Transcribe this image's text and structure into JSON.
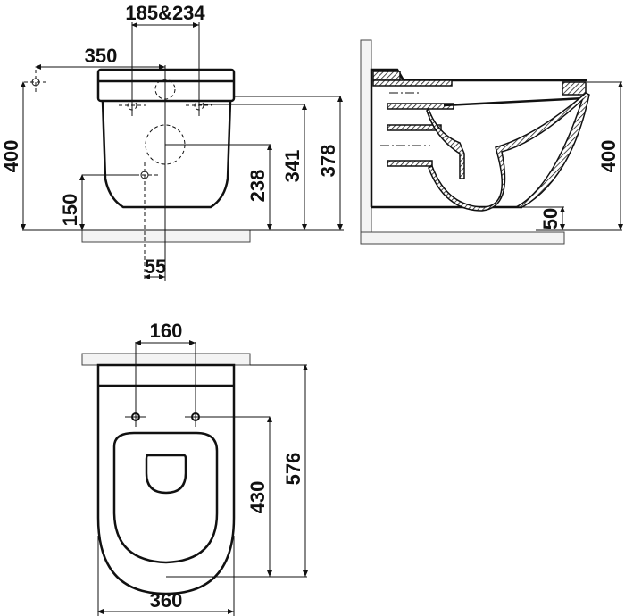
{
  "drawing": {
    "front_view": {
      "dims": {
        "bolt_spacing": "185&234",
        "offset_left": "350",
        "height_total": "400",
        "height_150": "150",
        "height_238": "238",
        "height_341": "341",
        "height_378": "378",
        "offset_55": "55"
      }
    },
    "side_view": {
      "dims": {
        "height_400": "400",
        "gap_50": "50"
      }
    },
    "top_view": {
      "dims": {
        "bolt_spacing": "160",
        "length_576": "576",
        "length_430": "430",
        "width_360": "360"
      }
    },
    "colors": {
      "line": "#111111",
      "floor_fill": "#f3f3f3"
    }
  }
}
